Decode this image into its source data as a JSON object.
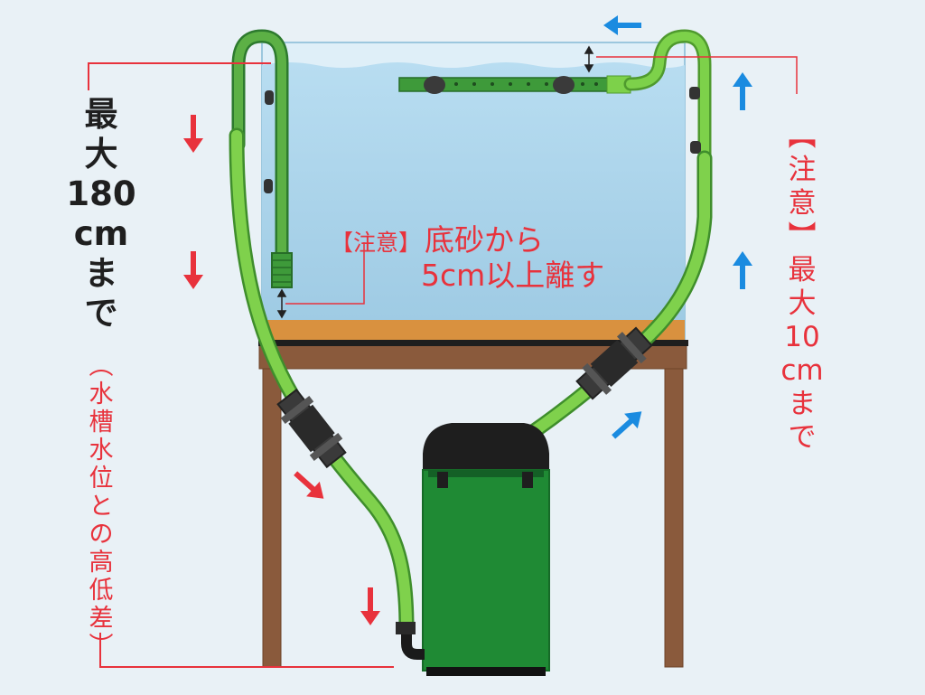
{
  "labels": {
    "left_main": "最大180cmまで",
    "left_note": "（水槽水位との高低差）",
    "right_note": "【注意】最大10cmまで",
    "center_note_tag": "【注意】",
    "center_note_line1": "底砂から",
    "center_note_line2": "5cm以上離す"
  },
  "colors": {
    "background": "#e9f1f6",
    "water": "#a9d4ec",
    "hose": "#6fc23a",
    "pipe": "#3e9a3a",
    "filter": "#1f8a34",
    "filter_lid": "#1e1e1e",
    "stand": "#8a5a3c",
    "sand": "#d9913f",
    "flow_down_arrow": "#e8323c",
    "flow_up_arrow": "#1a8be0",
    "dimension_line": "#e8323c"
  },
  "icons": {
    "down_arrows": "red-arrow-icon",
    "up_arrows": "blue-arrow-icon"
  }
}
